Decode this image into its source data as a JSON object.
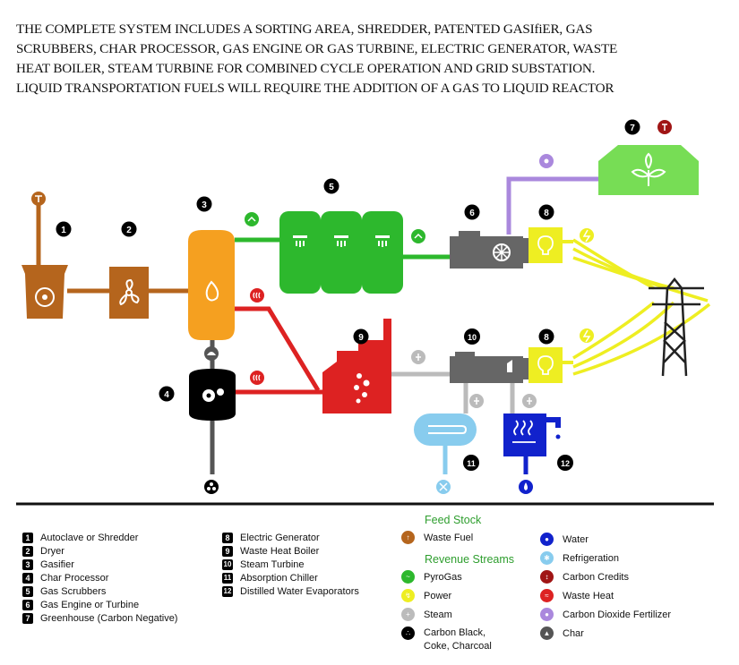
{
  "description_lines": [
    "THE COMPLETE SYSTEM INCLUDES A SORTING AREA, SHREDDER, PATENTED GASIfiER, GAS",
    "SCRUBBERS, CHAR PROCESSOR, GAS ENGINE OR GAS TURBINE, ELECTRIC GENERATOR, WASTE",
    "HEAT BOILER, STEAM TURBINE FOR COMBINED CYCLE OPERATION AND GRID SUBSTATION.",
    "LIQUID TRANSPORTATION FUELS WILL REQUIRE THE ADDITION OF A GAS TO LIQUID REACTOR"
  ],
  "diagram_numbers": {
    "n1": "1",
    "n2": "2",
    "n3": "3",
    "n4": "4",
    "n5": "5",
    "n6": "6",
    "n7": "7",
    "n8a": "8",
    "n8b": "8",
    "n9": "9",
    "n10": "10",
    "n11": "11",
    "n12": "12"
  },
  "legend_components": [
    {
      "num": "1",
      "label": "Autoclave or Shredder"
    },
    {
      "num": "2",
      "label": "Dryer"
    },
    {
      "num": "3",
      "label": "Gasifier"
    },
    {
      "num": "4",
      "label": "Char Processor"
    },
    {
      "num": "5",
      "label": "Gas Scrubbers"
    },
    {
      "num": "6",
      "label": "Gas Engine or Turbine"
    },
    {
      "num": "7",
      "label": "Greenhouse (Carbon Negative)"
    },
    {
      "num": "8",
      "label": "Electric Generator"
    },
    {
      "num": "9",
      "label": "Waste Heat Boiler"
    },
    {
      "num": "10",
      "label": "Steam Turbine"
    },
    {
      "num": "11",
      "label": "Absorption Chiller"
    },
    {
      "num": "12",
      "label": "Distilled Water Evaporators"
    }
  ],
  "legend_streams": {
    "feed_stock_heading": "Feed Stock",
    "revenue_heading": "Revenue Streams",
    "items": [
      {
        "label": "Waste Fuel",
        "color": "#b5651d",
        "icon": "waste-fuel-icon"
      },
      {
        "label": "PyroGas",
        "color": "#2db82d",
        "icon": "pyrogas-icon"
      },
      {
        "label": "Power",
        "color": "#eeee22",
        "icon": "power-icon"
      },
      {
        "label": "Steam",
        "color": "#bbbbbb",
        "icon": "steam-icon"
      },
      {
        "label": "Carbon Black,",
        "label2": "Coke, Charcoal",
        "color": "#000000",
        "icon": "carbon-black-icon"
      },
      {
        "label": "Water",
        "color": "#1122cc",
        "icon": "water-icon"
      },
      {
        "label": "Refrigeration",
        "color": "#88ccee",
        "icon": "refrigeration-icon"
      },
      {
        "label": "Carbon Credits",
        "color": "#a01515",
        "icon": "carbon-credits-icon"
      },
      {
        "label": "Waste Heat",
        "color": "#dd2222",
        "icon": "waste-heat-icon"
      },
      {
        "label": "Carbon Dioxide Fertilizer",
        "color": "#aa88dd",
        "icon": "co2-fertilizer-icon"
      },
      {
        "label": "Char",
        "color": "#555555",
        "icon": "char-icon"
      }
    ]
  },
  "colors": {
    "waste_fuel": "#b5651d",
    "pyrogas": "#2db82d",
    "power": "#eeee22",
    "steam": "#bbbbbb",
    "waste_heat": "#dd2222",
    "water": "#1122cc",
    "refrigeration": "#88ccee",
    "co2": "#aa88dd",
    "greenhouse": "#77dd55",
    "machine": "#666666",
    "gasifier": "#f5a020"
  }
}
